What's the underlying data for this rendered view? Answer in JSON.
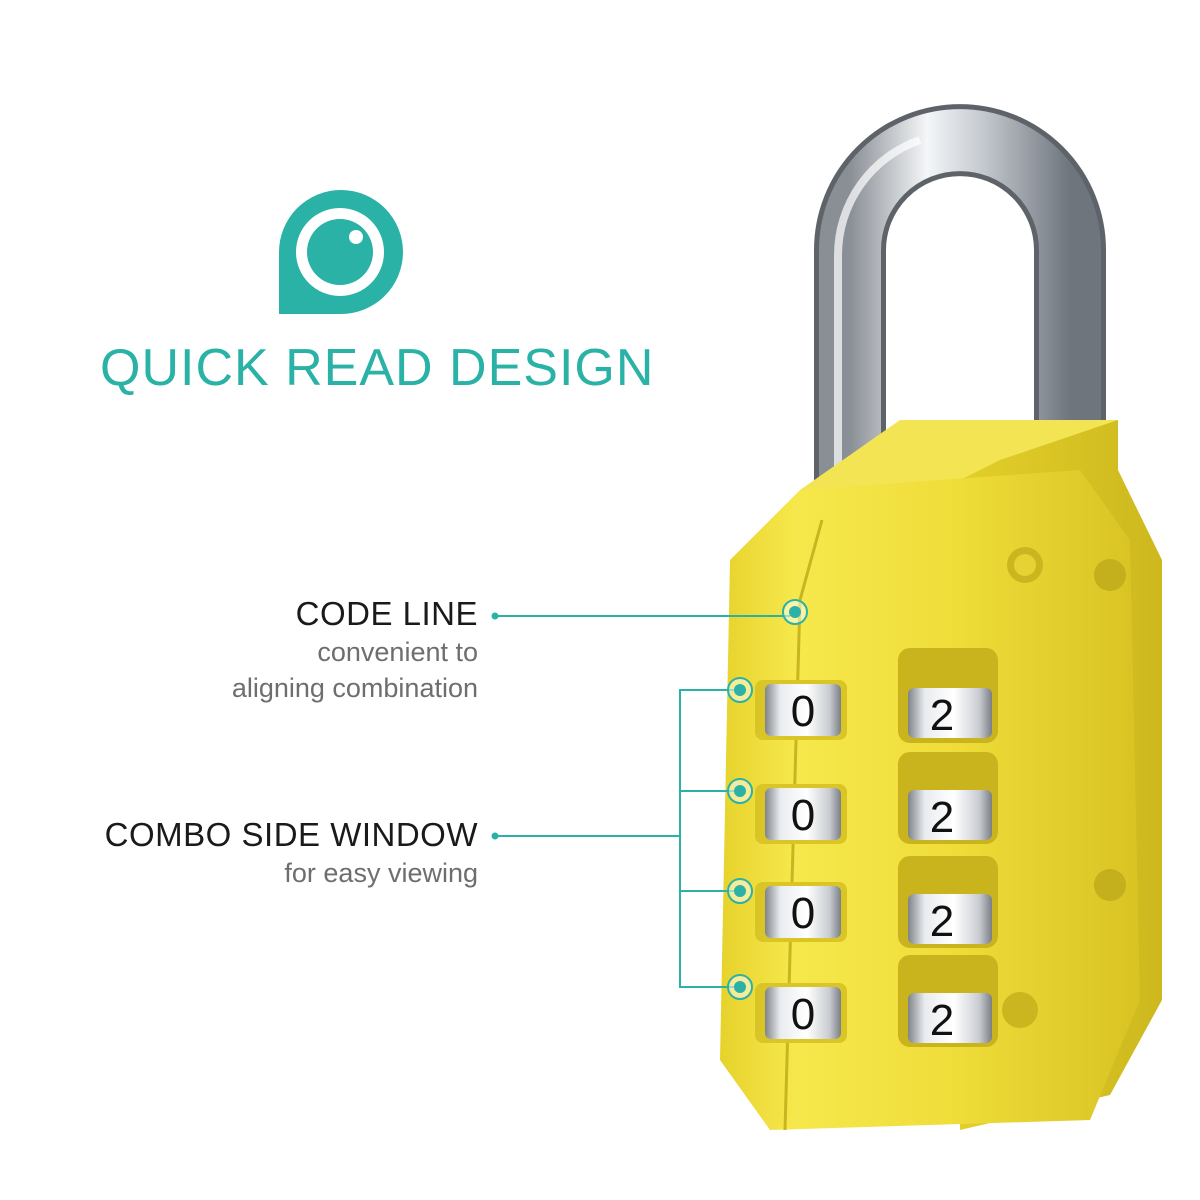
{
  "accent_color": "#2ab2a7",
  "lock_color": "#f0e03c",
  "icon": "eye-in-speech-bubble-icon",
  "headline": "QUICK READ DESIGN",
  "callouts": {
    "code_line": {
      "title": "CODE LINE",
      "lines": [
        "convenient to",
        "aligning combination"
      ]
    },
    "combo_window": {
      "title": "COMBO SIDE WINDOW",
      "lines": [
        "for easy viewing"
      ]
    }
  },
  "dials": {
    "front": [
      "0",
      "0",
      "0",
      "0"
    ],
    "side": [
      "2",
      "2",
      "2",
      "2"
    ]
  }
}
